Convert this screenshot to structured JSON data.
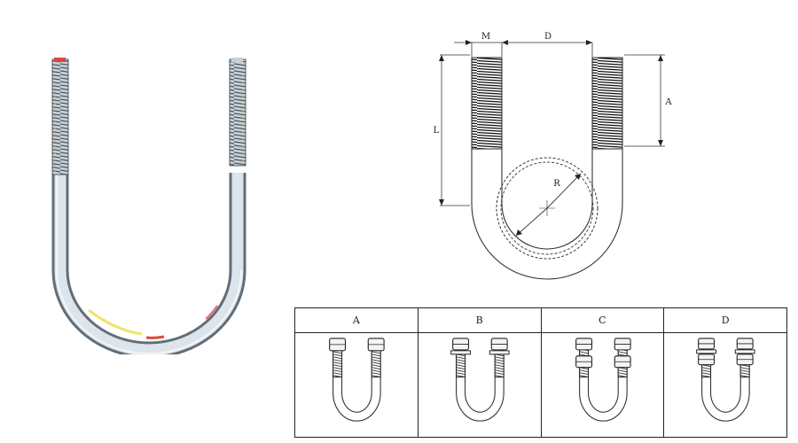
{
  "drawing": {
    "dimension_labels": [
      "M",
      "D",
      "L",
      "A",
      "R"
    ]
  },
  "variants_table": {
    "columns": [
      {
        "label": "A",
        "nut_style": "single-nut"
      },
      {
        "label": "B",
        "nut_style": "single-nut-washer"
      },
      {
        "label": "C",
        "nut_style": "double-nut"
      },
      {
        "label": "D",
        "nut_style": "double-nut-washer"
      }
    ]
  }
}
